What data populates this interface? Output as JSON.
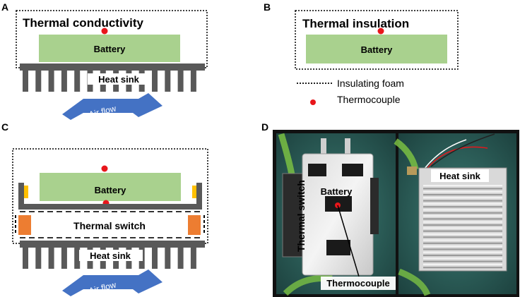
{
  "panels": {
    "A": {
      "letter": "A",
      "title": "Thermal conductivity",
      "battery_label": "Battery",
      "heatsink_label": "Heat sink",
      "airflow_label": "Air flow"
    },
    "B": {
      "letter": "B",
      "title": "Thermal insulation",
      "battery_label": "Battery"
    },
    "legend": {
      "foam_label": "Insulating foam",
      "thermocouple_label": "Thermocouple"
    },
    "C": {
      "letter": "C",
      "battery_label": "Battery",
      "switch_label": "Thermal switch",
      "heatsink_label": "Heat sink",
      "airflow_label": "Air flow"
    },
    "D": {
      "letter": "D",
      "battery_label": "Battery",
      "switch_label": "Thermal switch",
      "heatsink_label": "Heat sink",
      "thermocouple_label": "Thermocouple"
    }
  },
  "colors": {
    "battery_fill": "#a9d18e",
    "metal_gray": "#595959",
    "thermocouple_red": "#e8161b",
    "airflow_blue": "#4472c4",
    "pad_orange": "#ed7d31",
    "clip_yellow": "#ffc000",
    "photo_bg": "#2f5d57",
    "photo_frame": "#111111"
  }
}
